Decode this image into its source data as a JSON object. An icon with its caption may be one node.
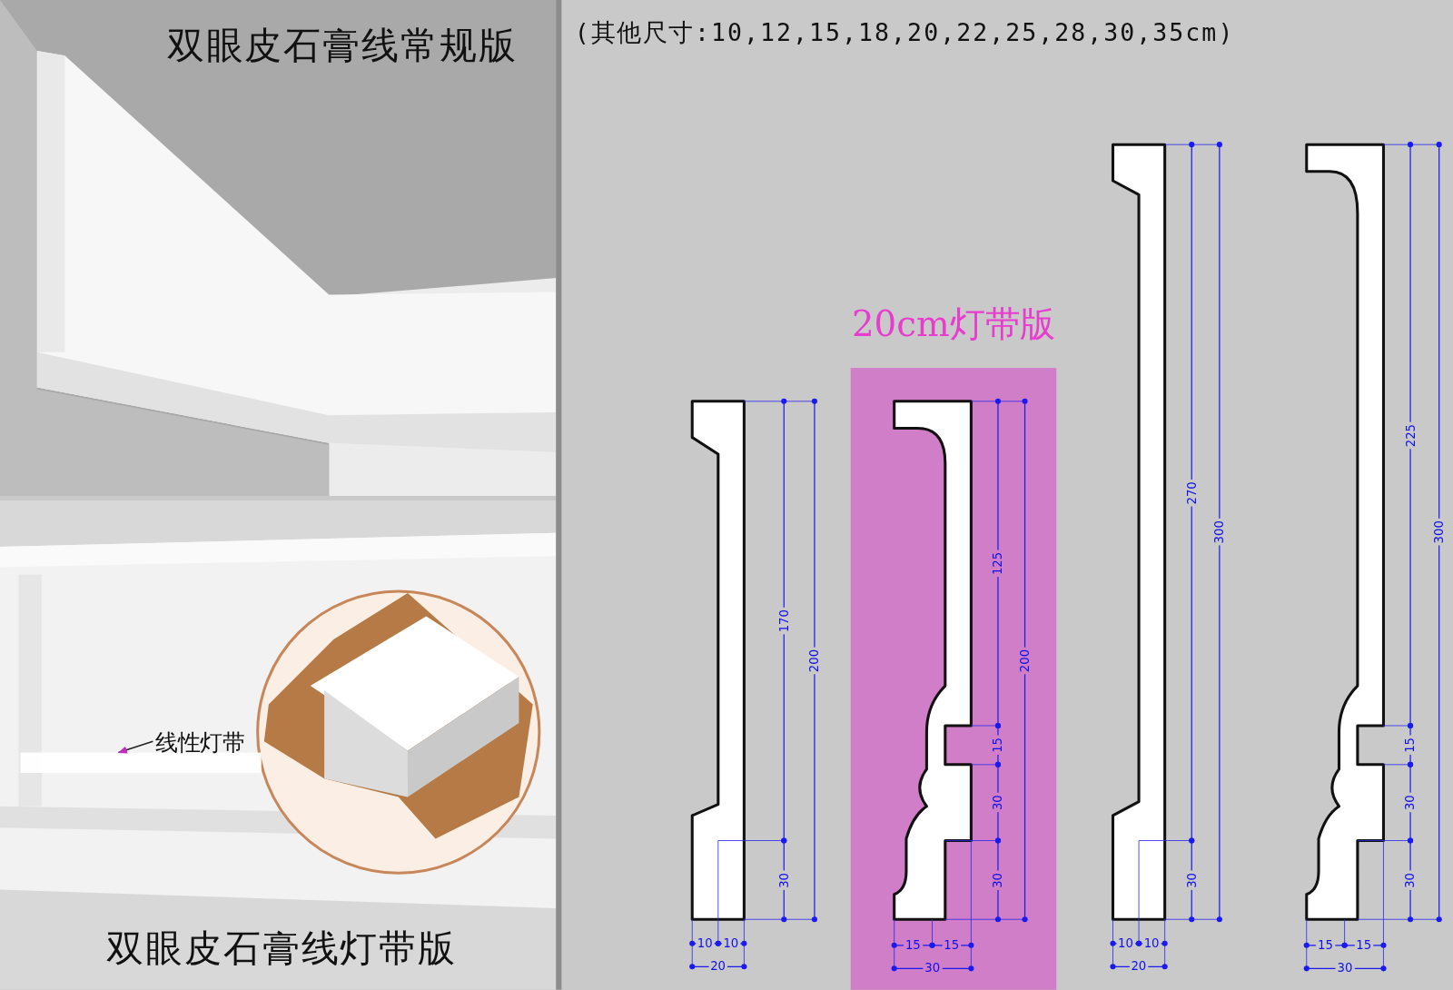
{
  "diagram": {
    "nodes": [
      {
        "text": [
          "线性灯带"
        ]
      },
      {
        "text": [],
        "shape": "bar"
      },
      {
        "text": [
          "20cm灯带版"
        ]
      }
    ],
    "edges": [
      {
        "from": 0,
        "to": 1,
        "arrow": "to"
      }
    ],
    "labels": [
      "双眼皮石膏线常规版",
      "双眼皮石膏线灯带版",
      "(其他尺寸:10,12,15,18,20,22,25,28,30,35cm)",
      "170",
      "200",
      "30",
      "10",
      "10",
      "20",
      "125",
      "200",
      "15",
      "30",
      "30",
      "15",
      "15",
      "30",
      "270",
      "300",
      "30",
      "10",
      "10",
      "20",
      "225",
      "300",
      "15",
      "30",
      "30",
      "15",
      "15",
      "30"
    ]
  }
}
